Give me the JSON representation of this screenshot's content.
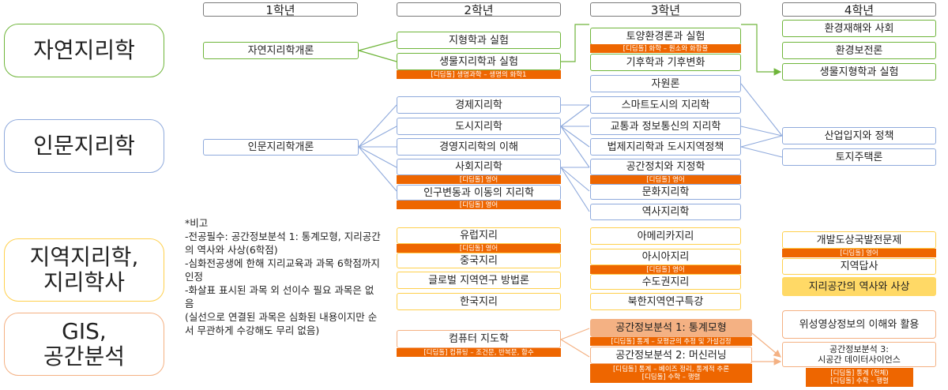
{
  "colors": {
    "nature": "#6fb53a",
    "human": "#8faadc",
    "regional": "#ffd04d",
    "gis": "#f4b183",
    "year": "#7a7a7a",
    "tag": "#ee6600",
    "regional_fill": "#ffd966",
    "gis_fill": "#f4b183"
  },
  "years": [
    "1학년",
    "2학년",
    "3학년",
    "4학년"
  ],
  "categories": {
    "nature": "자연지리학",
    "human": "인문지리학",
    "regional": "지역지리학,\n지리학사",
    "gis": "GIS,\n공간분석"
  },
  "note": "*비고\n-전공필수: 공간정보분석 1: 통계모형, 지리공간의 역사와 사상(6학점)\n-심화전공생에 한해 지리교육과 과목 6학점까지 인정\n-화살표 표시된 과목 외 선이수 필요 과목은 없음\n(실선으로 연결된 과목은 심화된 내용이지만 순서 무관하게 수강해도 무리 없음)",
  "courses": {
    "nat_y1": "자연지리학개론",
    "nat_y2a": "지형학과 실험",
    "nat_y2b": "생물지리학과 실험",
    "nat_y2b_tag": "[디딤돌] 생명과학 – 생명의 화학1",
    "nat_y3a": "토양환경론과 실험",
    "nat_y3a_tag": "[디딤돌] 화학 – 원소와 화합물",
    "nat_y3b": "기후학과 기후변화",
    "nat_y4a": "환경재해와 사회",
    "nat_y4b": "환경보전론",
    "nat_y4c": "생물지형학과 실험",
    "hum_y1": "인문지리학개론",
    "hum_y2a": "경제지리학",
    "hum_y2b": "도시지리학",
    "hum_y2c": "경영지리학의 이해",
    "hum_y2d": "사회지리학",
    "hum_y2d_tag": "[디딤돌] 영어",
    "hum_y2e": "인구변동과 이동의 지리학",
    "hum_y2e_tag": "[디딤돌] 영어",
    "hum_y3a": "자원론",
    "hum_y3b": "스마트도시의 지리학",
    "hum_y3c": "교통과 정보통신의 지리학",
    "hum_y3d": "법제지리학과 도시지역정책",
    "hum_y3e": "공간정치와 지정학",
    "hum_y3e_tag": "[디딤돌] 영어",
    "hum_y3f": "문화지리학",
    "hum_y3g": "역사지리학",
    "hum_y4a": "산업입지와 정책",
    "hum_y4b": "토지주택론",
    "reg_y2a": "유럽지리",
    "reg_y2a_tag": "[디딤돌] 영어",
    "reg_y2b": "중국지리",
    "reg_y2c": "글로벌 지역연구 방법론",
    "reg_y2d": "한국지리",
    "reg_y3a": "아메리카지리",
    "reg_y3b": "아시아지리",
    "reg_y3b_tag": "[디딤돌] 영어",
    "reg_y3c": "수도권지리",
    "reg_y3d": "북한지역연구특강",
    "reg_y4a": "개발도상국발전문제",
    "reg_y4a_tag": "[디딤돌] 영어",
    "reg_y4b": "지역답사",
    "reg_y4c": "지리공간의 역사와 사상",
    "gis_y2a": "컴퓨터 지도학",
    "gis_y2a_tag": "[디딤돌] 컴퓨팅 – 조건문, 반복문, 함수",
    "gis_y3a": "공간정보분석 1: 통계모형",
    "gis_y3a_tag": "[디딤돌] 통계 – 모평균의 추정 및 가설검정",
    "gis_y3b": "공간정보분석 2: 머신러닝",
    "gis_y3b_tag": "[디딤돌] 통계 – 베이즈 정리, 통계적 추론\n[디딤돌] 수학 – 행렬",
    "gis_y4a": "위성영상정보의 이해와 활용",
    "gis_y4b": "공간정보분석 3:\n시공간 데이터사이언스",
    "gis_y4b_tag": "[디딤돌] 통계 (전체)\n[디딤돌] 수학 – 행렬"
  }
}
